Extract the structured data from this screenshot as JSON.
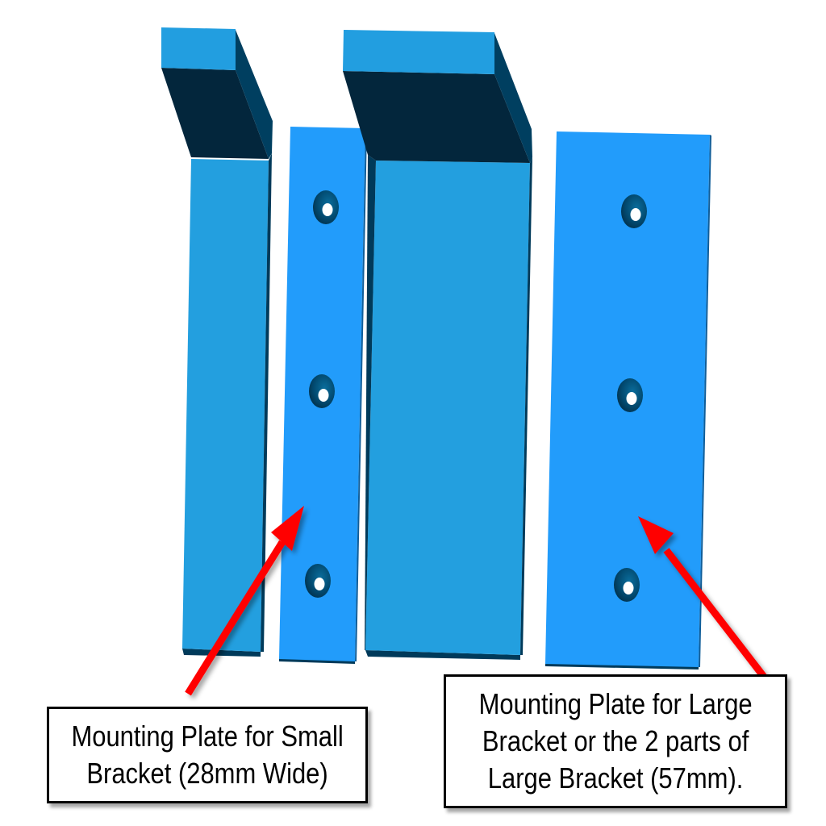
{
  "diagram": {
    "background_color": "#ffffff",
    "colors": {
      "plate_face": "#229cfb",
      "bracket_face": "#239fdf",
      "bracket_top_face": "#229ee0",
      "bracket_dark_face": "#03263c",
      "bracket_side_face": "#003a5a",
      "hole_rim": "#024a70",
      "hole_center": "#ffffff",
      "arrow": "#ff0000",
      "callout_border": "#000000",
      "callout_text": "#000000"
    },
    "parts": [
      {
        "id": "small-bracket",
        "label": "Small Bracket",
        "type": "L-bracket",
        "holes": 0
      },
      {
        "id": "small-mounting-plate",
        "label": "Mounting Plate for Small Bracket",
        "type": "plate",
        "holes": 3,
        "width_mm": 28
      },
      {
        "id": "large-bracket",
        "label": "Large Bracket",
        "type": "L-bracket",
        "holes": 0
      },
      {
        "id": "large-mounting-plate",
        "label": "Mounting Plate for Large Bracket",
        "type": "plate",
        "holes": 3,
        "width_mm": 57
      }
    ]
  },
  "callouts": {
    "small": {
      "lines": [
        "Mounting Plate for Small",
        "Bracket (28mm Wide)"
      ],
      "points_to": "small-mounting-plate"
    },
    "large": {
      "lines": [
        "Mounting Plate for Large",
        "Bracket or the 2 parts of",
        "Large Bracket (57mm)."
      ],
      "points_to": "large-mounting-plate"
    }
  }
}
